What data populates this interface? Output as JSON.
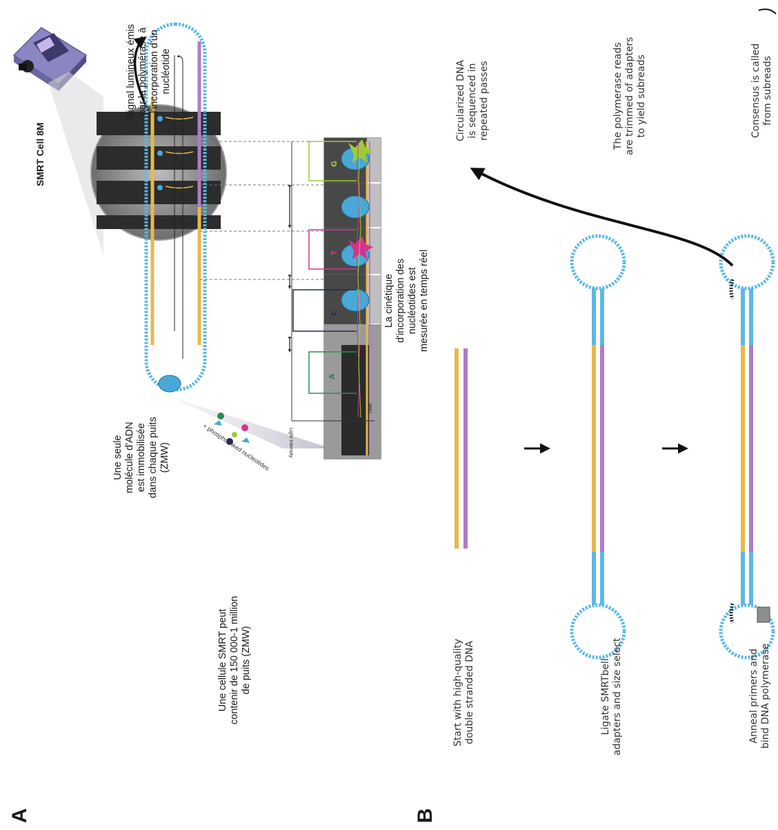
{
  "panel_a": {
    "letter": "A",
    "smrt_cell_title": "SMRT  Cell 8M",
    "smrt_cell_caption": [
      "Une cellule SMRT peut",
      "contenir de 150 000-1 million",
      "de puits (ZMW)"
    ],
    "molecule_caption": [
      "Une seule",
      "molécule d'ADN",
      "est immobilisée",
      "dans chaque puits",
      "(ZMW)"
    ],
    "nucleotides_label": "+ phospholinked nucleotides",
    "signal_caption": [
      "Signal lumineux émis",
      "par la polymérase à",
      "l'incorporation d'un",
      "nucléotide"
    ],
    "kinetics_caption": [
      "La cinétique",
      "d'incorporation des",
      "nucléotides est",
      "mesurée en temps réel"
    ],
    "trace_ylabel": "Light Intensity",
    "trace_xlabel": "Time",
    "bases": [
      {
        "letter": "A",
        "color": "#2e8b57"
      },
      {
        "letter": "C",
        "color": "#1f2a55"
      },
      {
        "letter": "T",
        "color": "#d6338a"
      },
      {
        "letter": "G",
        "color": "#9acd32"
      }
    ]
  },
  "panel_b": {
    "letter": "B",
    "steps": [
      {
        "caption": [
          "Start with high-quality",
          "double stranded DNA"
        ]
      },
      {
        "caption": [
          "Ligate SMRTbell",
          "adapters and size select"
        ]
      },
      {
        "caption": [
          "Anneal primers and",
          "bind DNA polymerase"
        ]
      },
      {
        "caption": [
          "Circularized DNA",
          "is sequenced in",
          "repeated passes"
        ]
      },
      {
        "caption": [
          "The polymerase reads",
          "are trimmed of adapters",
          "to yield subreads"
        ]
      },
      {
        "caption": [
          "Consensus is called",
          "from subreads"
        ]
      }
    ]
  },
  "colors": {
    "strand_top": "#e8b84a",
    "strand_bottom": "#b07cc6",
    "adapter": "#5bb8e6",
    "polymerase": "#4aa8d8",
    "well_dark": "#3a3a3a"
  }
}
